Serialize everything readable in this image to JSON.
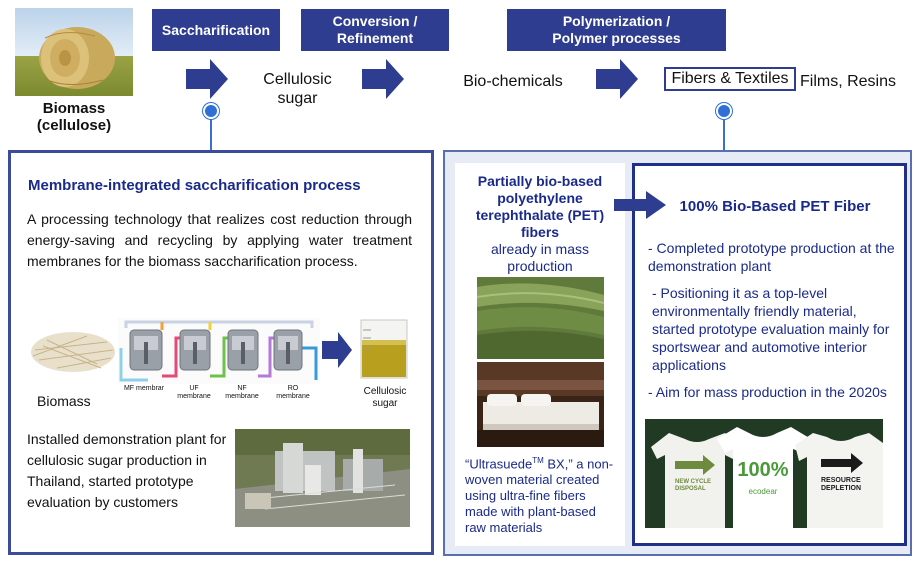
{
  "flow": {
    "biomass_label": "Biomass\n(cellulose)",
    "stage1": "Saccharification",
    "stage2": "Conversion /\nRefinement",
    "stage3": "Polymerization /\nPolymer processes",
    "product1": "Cellulosic\nsugar",
    "product2": "Bio-chemicals",
    "product3_boxed": "Fibers & Textiles",
    "product3_rest": "Films, Resins"
  },
  "left_panel": {
    "title": "Membrane-integrated saccharification process",
    "description": "A processing technology that realizes cost reduction through energy-saving and recycling by applying water treatment membranes for the biomass saccharification process.",
    "process": {
      "biomass": "Biomass",
      "membranes": [
        "MF membrar",
        "UF\nmembrane",
        "NF\nmembrane",
        "RO\nmembrane"
      ],
      "output": "Cellulosic\nsugar"
    },
    "plant_text": "Installed demonstration plant for cellulosic sugar production in Thailand, started prototype evaluation by customers"
  },
  "right_panel": {
    "pet_title": "Partially bio-based polyethylene terephthalate (PET) fibers",
    "pet_sub": "already in mass production",
    "ultrasuede_pre": "“Ultrasuede",
    "ultrasuede_tm": "TM",
    "ultrasuede_post": " BX,” a non-woven material created using ultra-fine fibers made with plant-based raw materials",
    "bio_title": "100% Bio-Based PET Fiber",
    "bullets": [
      "- Completed prototype production at the demonstration plant",
      "- Positioning it as a top-level environmentally friendly material, started prototype evaluation mainly for sportswear and automotive interior applications",
      "- Aim for mass production in the 2020s"
    ],
    "tshirt_texts": {
      "left": "NEW CYCLE\nDISPOSAL",
      "middle": "100%",
      "middle_sub": "ecodear",
      "right": "RESOURCE\nDEPLETION"
    }
  },
  "colors": {
    "navy": "#2e3d8f",
    "title_blue": "#1a2a8a",
    "connector": "#2f6fd8"
  }
}
